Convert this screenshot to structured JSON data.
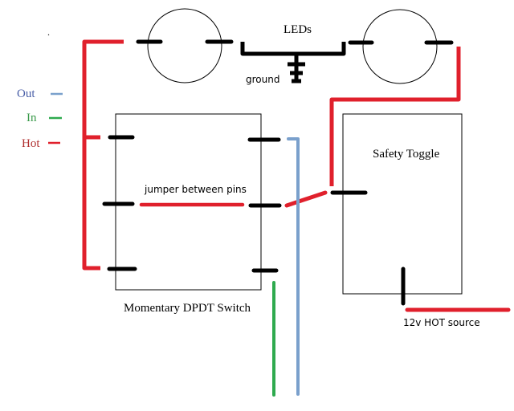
{
  "colors": {
    "hot": "#e0202c",
    "in": "#2eaa4e",
    "out": "#7aa0cc",
    "pin": "#000000",
    "legend_out_text": "#4a5fa8",
    "legend_in_text": "#3a9a4a",
    "legend_hot_text": "#b03030"
  },
  "legend": {
    "out_label": "Out",
    "in_label": "In",
    "hot_label": "Hot"
  },
  "labels": {
    "leds": "LEDs",
    "ground": "ground",
    "jumper": "jumper between pins",
    "dpdt_switch": "Momentary DPDT Switch",
    "safety_toggle": "Safety Toggle",
    "hot_source": "12v HOT source"
  },
  "dot": "."
}
